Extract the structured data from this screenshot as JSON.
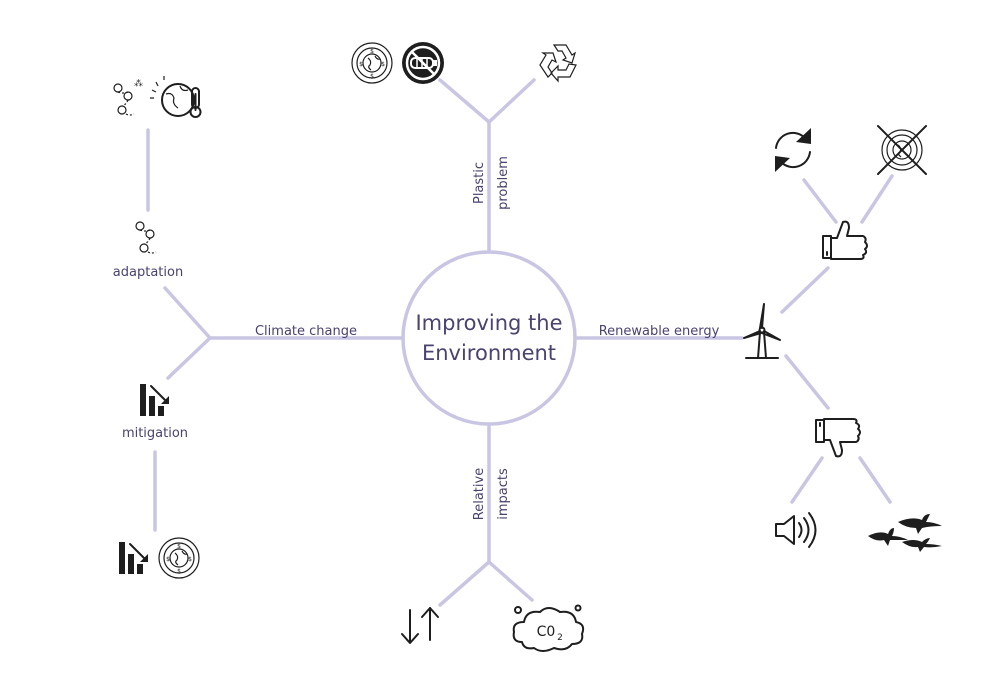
{
  "center": {
    "line1": "Improving the",
    "line2": "Environment"
  },
  "branches": {
    "plastic": {
      "line1": "Plastic",
      "line2": "problem"
    },
    "climate": {
      "label": "Climate change",
      "adaptation": "adaptation",
      "mitigation": "mitigation"
    },
    "renewable": {
      "label": "Renewable energy"
    },
    "relative": {
      "line1": "Relative",
      "line2": "impacts"
    }
  },
  "icons": {
    "plastic": [
      "globe-icon",
      "no-plastic-bottle-icon",
      "recycle-icon"
    ],
    "climate": [
      "location-pins-icon",
      "hot-globe-thermometer-icon",
      "location-pins-icon",
      "chart-decrease-icon",
      "chart-decrease-icon",
      "globe-icon"
    ],
    "renewable": [
      "refresh-icon",
      "crossed-globe-icon",
      "thumbs-up-icon",
      "wind-turbine-icon",
      "thumbs-down-icon",
      "speaker-icon",
      "birds-icon"
    ],
    "relative": [
      "up-down-arrows-icon",
      "co2-cloud-icon"
    ]
  },
  "colors": {
    "branch": "#c9c6e3",
    "text": "#4b4270",
    "icon": "#1e1e1e"
  }
}
